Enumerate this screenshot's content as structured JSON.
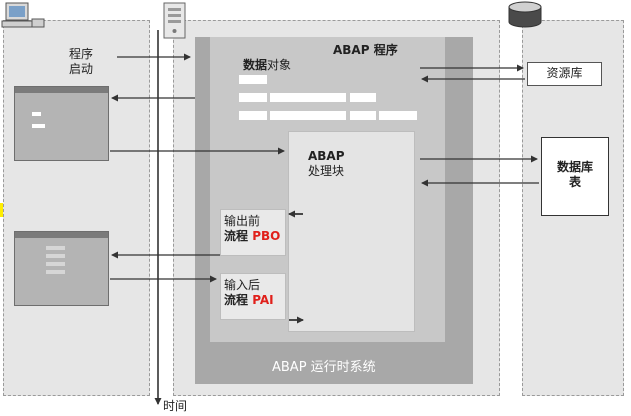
{
  "left_panel": {
    "program_start_line1": "程序",
    "program_start_line2": "启动"
  },
  "abap_program": {
    "title": "ABAP 程序",
    "data_objects_label_prefix": "数据",
    "data_objects_label_suffix": "对象"
  },
  "processing_block": {
    "line1": "ABAP",
    "line2": "处理块"
  },
  "pbo": {
    "line1": "输出前",
    "line2_prefix": "流程 ",
    "line2_code": "PBO"
  },
  "pai": {
    "line1": "输入后",
    "line2_prefix": "流程 ",
    "line2_code": "PAI"
  },
  "runtime": {
    "label": "ABAP 运行时系统"
  },
  "right_panel": {
    "resource_library": "资源库",
    "db_table_line1": "数据库",
    "db_table_line2": "表"
  },
  "timeline": {
    "label": "时间"
  },
  "icons": [
    "computer-icon",
    "server-icon",
    "database-icon"
  ],
  "colors": {
    "panel_gray": "#e6e6e6",
    "runtime_dark": "#a8a8a8",
    "program_mid": "#c8c8c8",
    "block_light": "#e2e2e2",
    "screen_gray": "#b4b4b4",
    "highlight_red": "#e0201b",
    "marker_yellow": "#ffee00"
  }
}
